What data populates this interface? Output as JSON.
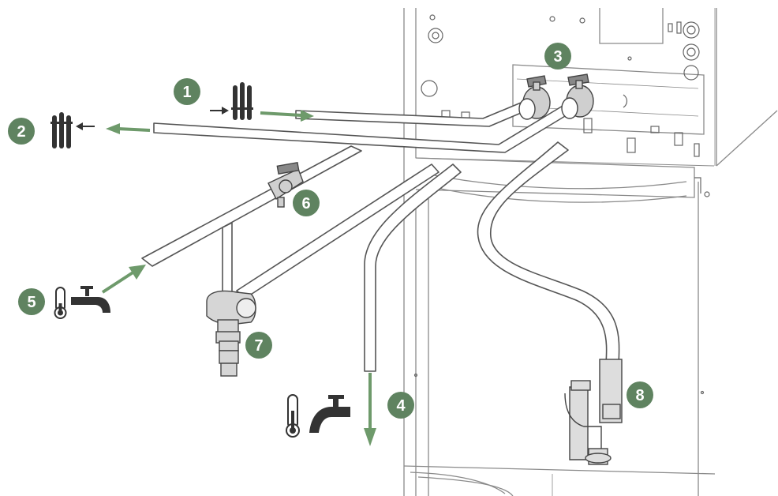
{
  "colors": {
    "badge": "#5f8360",
    "arrow_green": "#6e9a6b",
    "pipe_stroke": "#555555",
    "unit_line": "#8a8a8a",
    "icon_dark": "#333333"
  },
  "callouts": [
    {
      "number": "1",
      "meaning": "heating-flow-to-unit",
      "icon": "radiator-icon"
    },
    {
      "number": "2",
      "meaning": "heating-return-from-unit",
      "icon": "radiator-icon"
    },
    {
      "number": "3",
      "meaning": "heating-shutoff-valves",
      "icon": ""
    },
    {
      "number": "4",
      "meaning": "hot-water-outlet",
      "icon": "hot-water-tap-icon"
    },
    {
      "number": "5",
      "meaning": "cold-water-inlet",
      "icon": "cold-water-tap-icon"
    },
    {
      "number": "6",
      "meaning": "cold-water-shutoff-valve",
      "icon": ""
    },
    {
      "number": "7",
      "meaning": "safety-valve-group",
      "icon": ""
    },
    {
      "number": "8",
      "meaning": "condensate-siphon",
      "icon": ""
    }
  ]
}
